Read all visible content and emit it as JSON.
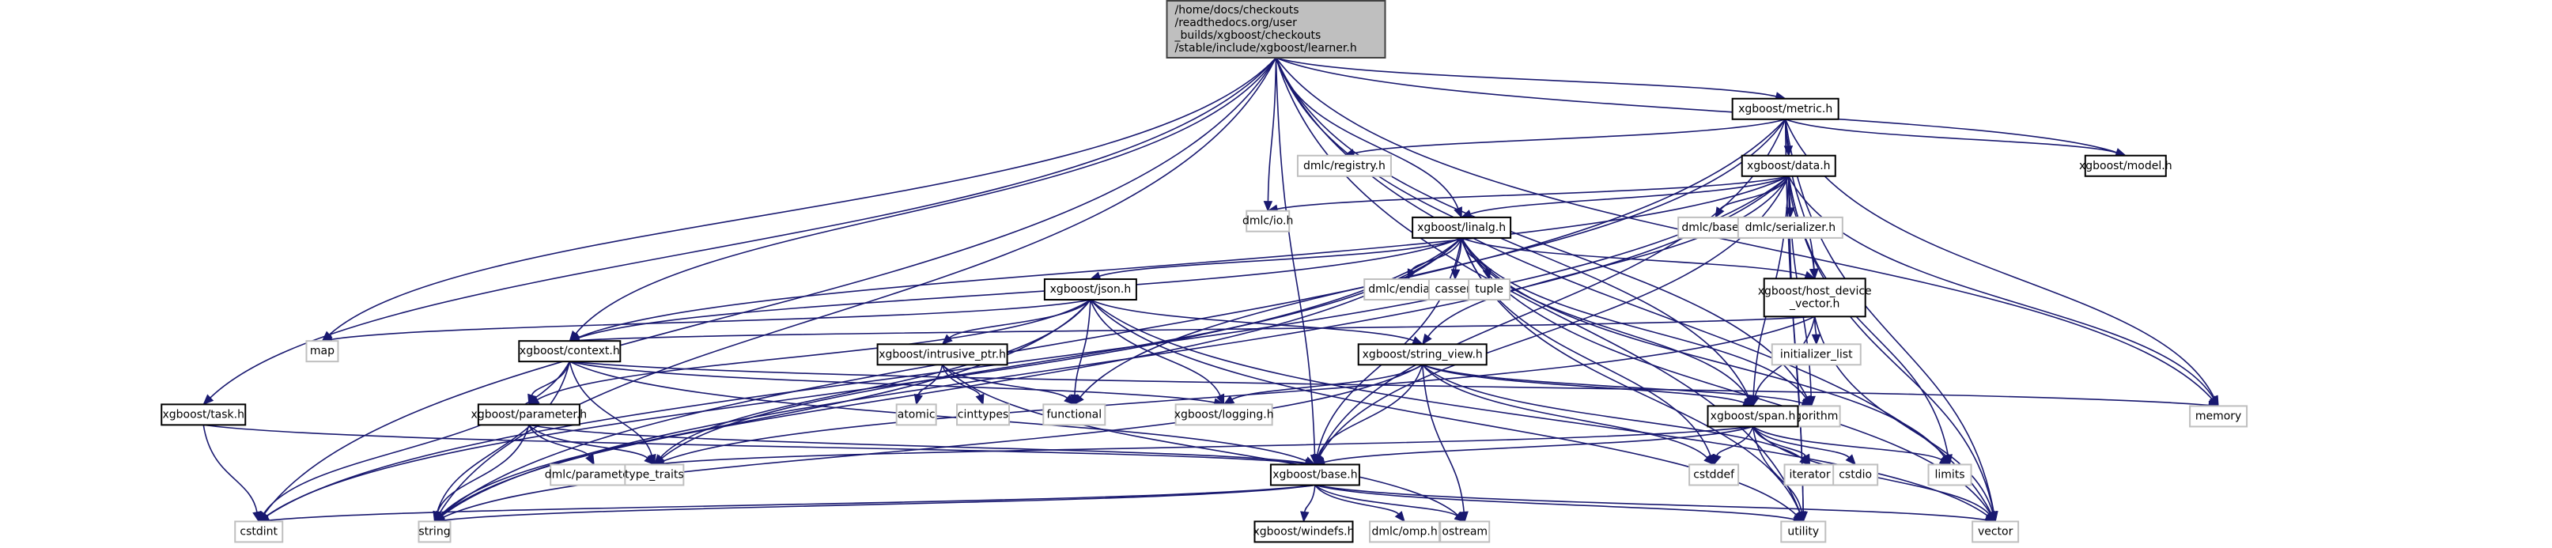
{
  "diagram": {
    "type": "include-dependency-graph",
    "edge_color": "#191970",
    "root_fill": "#bfbfbf",
    "external_border": "#bfbfbf",
    "nodes": [
      {
        "id": "root",
        "kind": "root",
        "lines": [
          "/home/docs/checkouts",
          "/readthedocs.org/user",
          "_builds/xgboost/checkouts",
          "/stable/include/xgboost/learner.h"
        ]
      },
      {
        "id": "metric",
        "kind": "doc",
        "lines": [
          "xgboost/metric.h"
        ]
      },
      {
        "id": "data",
        "kind": "doc",
        "lines": [
          "xgboost/data.h"
        ]
      },
      {
        "id": "model",
        "kind": "doc",
        "lines": [
          "xgboost/model.h"
        ]
      },
      {
        "id": "registry",
        "kind": "ext",
        "lines": [
          "dmlc/registry.h"
        ]
      },
      {
        "id": "io",
        "kind": "ext",
        "lines": [
          "dmlc/io.h"
        ]
      },
      {
        "id": "linalg",
        "kind": "doc",
        "lines": [
          "xgboost/linalg.h"
        ]
      },
      {
        "id": "dmlcbase",
        "kind": "ext",
        "lines": [
          "dmlc/base.h"
        ]
      },
      {
        "id": "serializer",
        "kind": "ext",
        "lines": [
          "dmlc/serializer.h"
        ]
      },
      {
        "id": "json",
        "kind": "doc",
        "lines": [
          "xgboost/json.h"
        ]
      },
      {
        "id": "endian",
        "kind": "ext",
        "lines": [
          "dmlc/endian.h"
        ]
      },
      {
        "id": "cassert",
        "kind": "ext",
        "lines": [
          "cassert"
        ]
      },
      {
        "id": "tuple",
        "kind": "ext",
        "lines": [
          "tuple"
        ]
      },
      {
        "id": "hdv",
        "kind": "doc",
        "lines": [
          "xgboost/host_device",
          "_vector.h"
        ]
      },
      {
        "id": "map",
        "kind": "ext",
        "lines": [
          "map"
        ]
      },
      {
        "id": "context",
        "kind": "doc",
        "lines": [
          "xgboost/context.h"
        ]
      },
      {
        "id": "intrusive",
        "kind": "doc",
        "lines": [
          "xgboost/intrusive_ptr.h"
        ]
      },
      {
        "id": "stringview",
        "kind": "doc",
        "lines": [
          "xgboost/string_view.h"
        ]
      },
      {
        "id": "initlist",
        "kind": "ext",
        "lines": [
          "initializer_list"
        ]
      },
      {
        "id": "task",
        "kind": "doc",
        "lines": [
          "xgboost/task.h"
        ]
      },
      {
        "id": "parameter",
        "kind": "doc",
        "lines": [
          "xgboost/parameter.h"
        ]
      },
      {
        "id": "atomic",
        "kind": "ext",
        "lines": [
          "atomic"
        ]
      },
      {
        "id": "cinttypes",
        "kind": "ext",
        "lines": [
          "cinttypes"
        ]
      },
      {
        "id": "functional",
        "kind": "ext",
        "lines": [
          "functional"
        ]
      },
      {
        "id": "logging",
        "kind": "ext",
        "lines": [
          "xgboost/logging.h"
        ]
      },
      {
        "id": "algorithm",
        "kind": "ext",
        "lines": [
          "algorithm"
        ]
      },
      {
        "id": "memory",
        "kind": "ext",
        "lines": [
          "memory"
        ]
      },
      {
        "id": "span",
        "kind": "doc",
        "lines": [
          "xgboost/span.h"
        ]
      },
      {
        "id": "dmlcparam",
        "kind": "ext",
        "lines": [
          "dmlc/parameter.h"
        ]
      },
      {
        "id": "typetraits",
        "kind": "ext",
        "lines": [
          "type_traits"
        ]
      },
      {
        "id": "base",
        "kind": "doc",
        "lines": [
          "xgboost/base.h"
        ]
      },
      {
        "id": "cstddef",
        "kind": "ext",
        "lines": [
          "cstddef"
        ]
      },
      {
        "id": "iterator",
        "kind": "ext",
        "lines": [
          "iterator"
        ]
      },
      {
        "id": "cstdio",
        "kind": "ext",
        "lines": [
          "cstdio"
        ]
      },
      {
        "id": "limits",
        "kind": "ext",
        "lines": [
          "limits"
        ]
      },
      {
        "id": "cstdint",
        "kind": "ext",
        "lines": [
          "cstdint"
        ]
      },
      {
        "id": "string",
        "kind": "ext",
        "lines": [
          "string"
        ]
      },
      {
        "id": "windefs",
        "kind": "doc",
        "lines": [
          "xgboost/windefs.h"
        ]
      },
      {
        "id": "omp",
        "kind": "ext",
        "lines": [
          "dmlc/omp.h"
        ]
      },
      {
        "id": "ostream",
        "kind": "ext",
        "lines": [
          "ostream"
        ]
      },
      {
        "id": "utility",
        "kind": "ext",
        "lines": [
          "utility"
        ]
      },
      {
        "id": "vector",
        "kind": "ext",
        "lines": [
          "vector"
        ]
      }
    ],
    "edges": [
      [
        "root",
        "metric"
      ],
      [
        "root",
        "model"
      ],
      [
        "root",
        "io"
      ],
      [
        "root",
        "linalg"
      ],
      [
        "root",
        "context"
      ],
      [
        "root",
        "task"
      ],
      [
        "root",
        "map"
      ],
      [
        "root",
        "string"
      ],
      [
        "root",
        "cstdint"
      ],
      [
        "root",
        "base"
      ],
      [
        "root",
        "span"
      ],
      [
        "root",
        "algorithm"
      ],
      [
        "root",
        "memory"
      ],
      [
        "root",
        "utility"
      ],
      [
        "root",
        "vector"
      ],
      [
        "metric",
        "data"
      ],
      [
        "metric",
        "model"
      ],
      [
        "metric",
        "registry"
      ],
      [
        "metric",
        "base"
      ],
      [
        "metric",
        "hdv"
      ],
      [
        "metric",
        "functional"
      ],
      [
        "metric",
        "string"
      ],
      [
        "metric",
        "memory"
      ],
      [
        "metric",
        "utility"
      ],
      [
        "metric",
        "vector"
      ],
      [
        "data",
        "io"
      ],
      [
        "data",
        "linalg"
      ],
      [
        "data",
        "dmlcbase"
      ],
      [
        "data",
        "serializer"
      ],
      [
        "data",
        "hdv"
      ],
      [
        "data",
        "stringview"
      ],
      [
        "data",
        "span"
      ],
      [
        "data",
        "base"
      ],
      [
        "data",
        "context"
      ],
      [
        "data",
        "algorithm"
      ],
      [
        "data",
        "limits"
      ],
      [
        "data",
        "cstdint"
      ],
      [
        "data",
        "string"
      ],
      [
        "data",
        "memory"
      ],
      [
        "data",
        "utility"
      ],
      [
        "data",
        "vector"
      ],
      [
        "linalg",
        "json"
      ],
      [
        "linalg",
        "endian"
      ],
      [
        "linalg",
        "cassert"
      ],
      [
        "linalg",
        "tuple"
      ],
      [
        "linalg",
        "hdv"
      ],
      [
        "linalg",
        "context"
      ],
      [
        "linalg",
        "span"
      ],
      [
        "linalg",
        "base"
      ],
      [
        "linalg",
        "algorithm"
      ],
      [
        "linalg",
        "cstddef"
      ],
      [
        "linalg",
        "limits"
      ],
      [
        "linalg",
        "string"
      ],
      [
        "linalg",
        "typetraits"
      ],
      [
        "linalg",
        "utility"
      ],
      [
        "linalg",
        "vector"
      ],
      [
        "linalg",
        "cstdint"
      ],
      [
        "json",
        "intrusive"
      ],
      [
        "json",
        "stringview"
      ],
      [
        "json",
        "parameter"
      ],
      [
        "json",
        "logging"
      ],
      [
        "json",
        "map"
      ],
      [
        "json",
        "functional"
      ],
      [
        "json",
        "typetraits"
      ],
      [
        "json",
        "string"
      ],
      [
        "json",
        "utility"
      ],
      [
        "json",
        "vector"
      ],
      [
        "hdv",
        "context"
      ],
      [
        "hdv",
        "span"
      ],
      [
        "hdv",
        "initlist"
      ],
      [
        "hdv",
        "typetraits"
      ],
      [
        "hdv",
        "vector"
      ],
      [
        "context",
        "parameter"
      ],
      [
        "context",
        "base"
      ],
      [
        "context",
        "logging"
      ],
      [
        "context",
        "memory"
      ],
      [
        "context",
        "typetraits"
      ],
      [
        "context",
        "string"
      ],
      [
        "context",
        "cstdint"
      ],
      [
        "intrusive",
        "atomic"
      ],
      [
        "intrusive",
        "cinttypes"
      ],
      [
        "intrusive",
        "functional"
      ],
      [
        "intrusive",
        "ostream"
      ],
      [
        "stringview",
        "logging"
      ],
      [
        "stringview",
        "span"
      ],
      [
        "stringview",
        "algorithm"
      ],
      [
        "stringview",
        "cstddef"
      ],
      [
        "stringview",
        "iterator"
      ],
      [
        "stringview",
        "ostream"
      ],
      [
        "stringview",
        "string"
      ],
      [
        "stringview",
        "base"
      ],
      [
        "task",
        "cstdint"
      ],
      [
        "task",
        "base"
      ],
      [
        "parameter",
        "base"
      ],
      [
        "parameter",
        "dmlcparam"
      ],
      [
        "parameter",
        "typetraits"
      ],
      [
        "parameter",
        "string"
      ],
      [
        "span",
        "base"
      ],
      [
        "span",
        "cstddef"
      ],
      [
        "span",
        "iterator"
      ],
      [
        "span",
        "cstdio"
      ],
      [
        "span",
        "limits"
      ],
      [
        "span",
        "typetraits"
      ],
      [
        "span",
        "utility"
      ],
      [
        "span",
        "vector"
      ],
      [
        "base",
        "windefs"
      ],
      [
        "base",
        "omp"
      ],
      [
        "base",
        "ostream"
      ],
      [
        "base",
        "cstdint"
      ],
      [
        "base",
        "string"
      ],
      [
        "base",
        "utility"
      ],
      [
        "base",
        "vector"
      ]
    ]
  }
}
